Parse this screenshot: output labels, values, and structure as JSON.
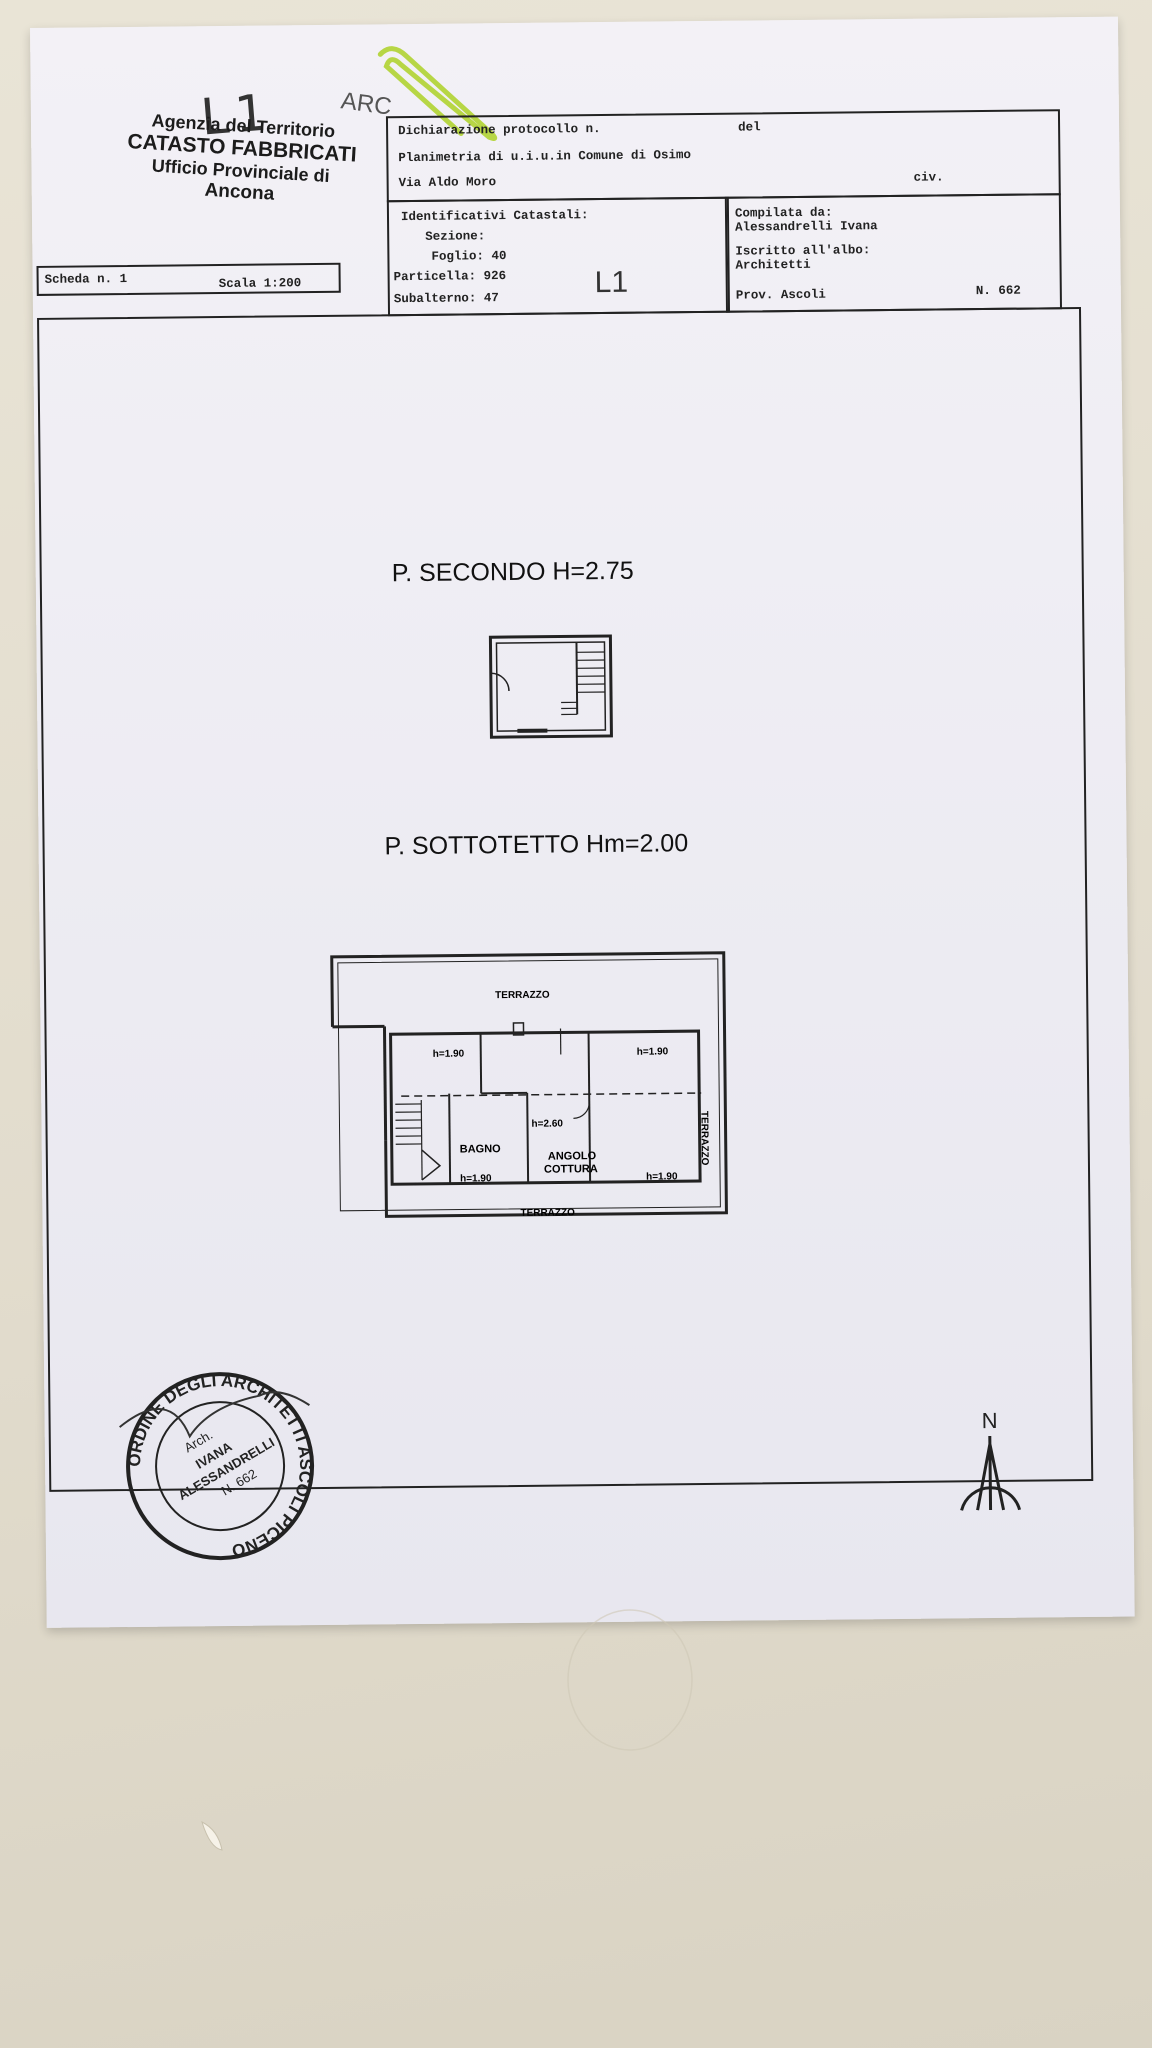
{
  "annotation": {
    "code": "L1",
    "extra": "ARC"
  },
  "agency": {
    "line1": "Agenzia del Territorio",
    "line2": "CATASTO FABBRICATI",
    "line3": "Ufficio Provinciale di",
    "line4": "Ancona"
  },
  "scheda": {
    "label": "Scheda n. 1",
    "scale": "Scala 1:200"
  },
  "protocol": {
    "row1": "Dichiarazione protocollo n.",
    "row1_del": "del",
    "row2": "Planimetria di u.i.u.in Comune di Osimo",
    "row3": "Via Aldo Moro",
    "row3_civ": "civ."
  },
  "identifiers": {
    "heading": "Identificativi Catastali:",
    "sezione": "Sezione:",
    "foglio": "Foglio: 40",
    "particella": "Particella: 926",
    "subalterno": "Subalterno: 47",
    "handwritten": "L1"
  },
  "compiler": {
    "label": "Compilata da:",
    "name": "Alessandrelli Ivana",
    "albo_label": "Iscritto all'albo:",
    "albo": "Architetti",
    "prov": "Prov. Ascoli",
    "number": "N.  662"
  },
  "plans": {
    "second_floor": "P. SECONDO H=2.75",
    "attic": "P. SOTTOTETTO Hm=2.00"
  },
  "rooms": {
    "terrace_top": "TERRAZZO",
    "terrace_bottom": "TERRAZZO",
    "terrace_side": "TERRAZZO",
    "bathroom": "BAGNO",
    "kitchen_1": "ANGOLO",
    "kitchen_2": "COTTURA",
    "h_left_top": "h=1.90",
    "h_right_top": "h=1.90",
    "h_center": "h=2.60",
    "h_left_bottom": "h=1.90",
    "h_right_bottom": "h=1.90"
  },
  "stamp": {
    "ring_text": "ORDINE DEGLI ARCHITETTI ASCOLI PICENO",
    "line1": "Arch.",
    "line2": "IVANA",
    "line3": "ALESSANDRELLI",
    "line4": "N. 662"
  },
  "north_label": "N"
}
